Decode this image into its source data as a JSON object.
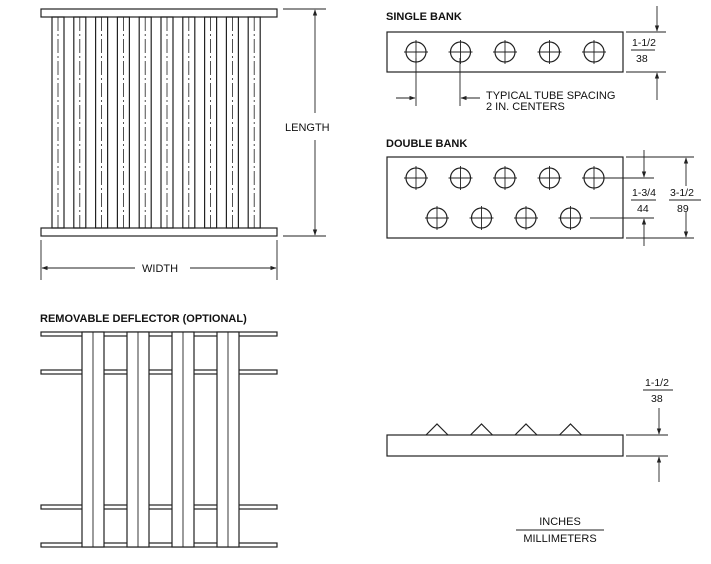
{
  "front_view": {
    "length_label": "LENGTH",
    "width_label": "WIDTH"
  },
  "single_bank": {
    "title": "SINGLE BANK",
    "height_in": "1-1/2",
    "height_mm": "38",
    "spacing_line1": "TYPICAL TUBE SPACING",
    "spacing_line2": "2 IN. CENTERS",
    "tube_count": 5
  },
  "double_bank": {
    "title": "DOUBLE BANK",
    "row_offset_in": "1-3/4",
    "row_offset_mm": "44",
    "height_in": "3-1/2",
    "height_mm": "89",
    "top_row_count": 5,
    "bottom_row_count": 4
  },
  "deflector": {
    "title": "REMOVABLE DEFLECTOR (OPTIONAL)",
    "height_in": "1-1/2",
    "height_mm": "38",
    "bump_count": 4
  },
  "units": {
    "top": "INCHES",
    "bottom": "MILLIMETERS"
  }
}
